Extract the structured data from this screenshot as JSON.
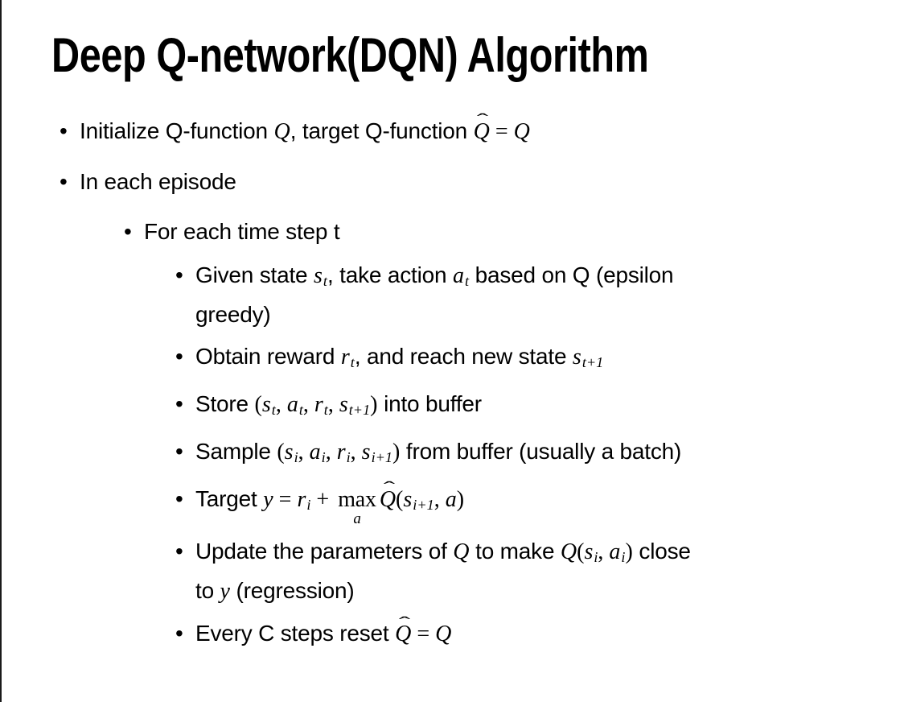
{
  "slide": {
    "title": "Deep Q-network(DQN) Algorithm",
    "bullet_char": "•",
    "colors": {
      "background": "#ffffff",
      "text": "#000000",
      "edge_line": "#1a1a1a"
    },
    "bullets": [
      {
        "level": 1,
        "segments": [
          {
            "text": "Initialize Q-function "
          },
          {
            "text": "Q",
            "math": true
          },
          {
            "text": ", target Q-function "
          },
          {
            "text": "Q",
            "math": true,
            "hat": true
          },
          {
            "text": " = ",
            "op": true
          },
          {
            "text": "Q",
            "math": true
          }
        ]
      },
      {
        "level": 1,
        "segments": [
          {
            "text": "In each episode"
          }
        ]
      },
      {
        "level": 2,
        "segments": [
          {
            "text": "For each time step t"
          }
        ]
      },
      {
        "level": 3,
        "segments": [
          {
            "text": "Given state "
          },
          {
            "text": "s",
            "math": true
          },
          {
            "text": "t",
            "math": true,
            "sub": true
          },
          {
            "text": ", take action "
          },
          {
            "text": "a",
            "math": true
          },
          {
            "text": "t",
            "math": true,
            "sub": true
          },
          {
            "text": " based on Q (epsilon"
          },
          {
            "br": true
          },
          {
            "text": "greedy)"
          }
        ]
      },
      {
        "level": 3,
        "segments": [
          {
            "text": "Obtain reward "
          },
          {
            "text": "r",
            "math": true
          },
          {
            "text": "t",
            "math": true,
            "sub": true
          },
          {
            "text": ", and reach new state "
          },
          {
            "text": "s",
            "math": true
          },
          {
            "text": "t+1",
            "math": true,
            "sub": true
          }
        ]
      },
      {
        "level": 3,
        "segments": [
          {
            "text": "Store "
          },
          {
            "text": "(",
            "op": true
          },
          {
            "text": "s",
            "math": true
          },
          {
            "text": "t",
            "math": true,
            "sub": true
          },
          {
            "text": ", ",
            "op": true
          },
          {
            "text": "a",
            "math": true
          },
          {
            "text": "t",
            "math": true,
            "sub": true
          },
          {
            "text": ", ",
            "op": true
          },
          {
            "text": "r",
            "math": true
          },
          {
            "text": "t",
            "math": true,
            "sub": true
          },
          {
            "text": ", ",
            "op": true
          },
          {
            "text": "s",
            "math": true
          },
          {
            "text": "t+1",
            "math": true,
            "sub": true
          },
          {
            "text": ")",
            "op": true
          },
          {
            "text": " into buffer"
          }
        ]
      },
      {
        "level": 3,
        "segments": [
          {
            "text": "Sample "
          },
          {
            "text": "(",
            "op": true
          },
          {
            "text": "s",
            "math": true
          },
          {
            "text": "i",
            "math": true,
            "sub": true
          },
          {
            "text": ", ",
            "op": true
          },
          {
            "text": "a",
            "math": true
          },
          {
            "text": "i",
            "math": true,
            "sub": true
          },
          {
            "text": ", ",
            "op": true
          },
          {
            "text": "r",
            "math": true
          },
          {
            "text": "i",
            "math": true,
            "sub": true
          },
          {
            "text": ", ",
            "op": true
          },
          {
            "text": "s",
            "math": true
          },
          {
            "text": "i+1",
            "math": true,
            "sub": true
          },
          {
            "text": ")",
            "op": true
          },
          {
            "text": " from buffer (usually a batch)"
          }
        ]
      },
      {
        "level": 3,
        "segments": [
          {
            "text": "Target "
          },
          {
            "text": "y",
            "math": true
          },
          {
            "text": " = ",
            "op": true
          },
          {
            "text": "r",
            "math": true
          },
          {
            "text": "i",
            "math": true,
            "sub": true
          },
          {
            "text": " + ",
            "op": true
          },
          {
            "underset": {
              "top": "max",
              "bottom": "a"
            }
          },
          {
            "text": "Q",
            "math": true,
            "hat": true
          },
          {
            "text": "(",
            "op": true
          },
          {
            "text": "s",
            "math": true
          },
          {
            "text": "i+1",
            "math": true,
            "sub": true
          },
          {
            "text": ", ",
            "op": true
          },
          {
            "text": "a",
            "math": true
          },
          {
            "text": ")",
            "op": true
          }
        ]
      },
      {
        "level": 3,
        "segments": [
          {
            "text": "Update the parameters of "
          },
          {
            "text": "Q",
            "math": true
          },
          {
            "text": " to make "
          },
          {
            "text": "Q",
            "math": true
          },
          {
            "text": "(",
            "op": true
          },
          {
            "text": "s",
            "math": true
          },
          {
            "text": "i",
            "math": true,
            "sub": true
          },
          {
            "text": ", ",
            "op": true
          },
          {
            "text": "a",
            "math": true
          },
          {
            "text": "i",
            "math": true,
            "sub": true
          },
          {
            "text": ")",
            "op": true
          },
          {
            "text": " close"
          },
          {
            "br": true
          },
          {
            "text": "to "
          },
          {
            "text": "y",
            "math": true
          },
          {
            "text": " (regression)"
          }
        ]
      },
      {
        "level": 3,
        "segments": [
          {
            "text": "Every C steps reset "
          },
          {
            "text": "Q",
            "math": true,
            "hat": true
          },
          {
            "text": " = ",
            "op": true
          },
          {
            "text": "Q",
            "math": true
          }
        ]
      }
    ]
  }
}
